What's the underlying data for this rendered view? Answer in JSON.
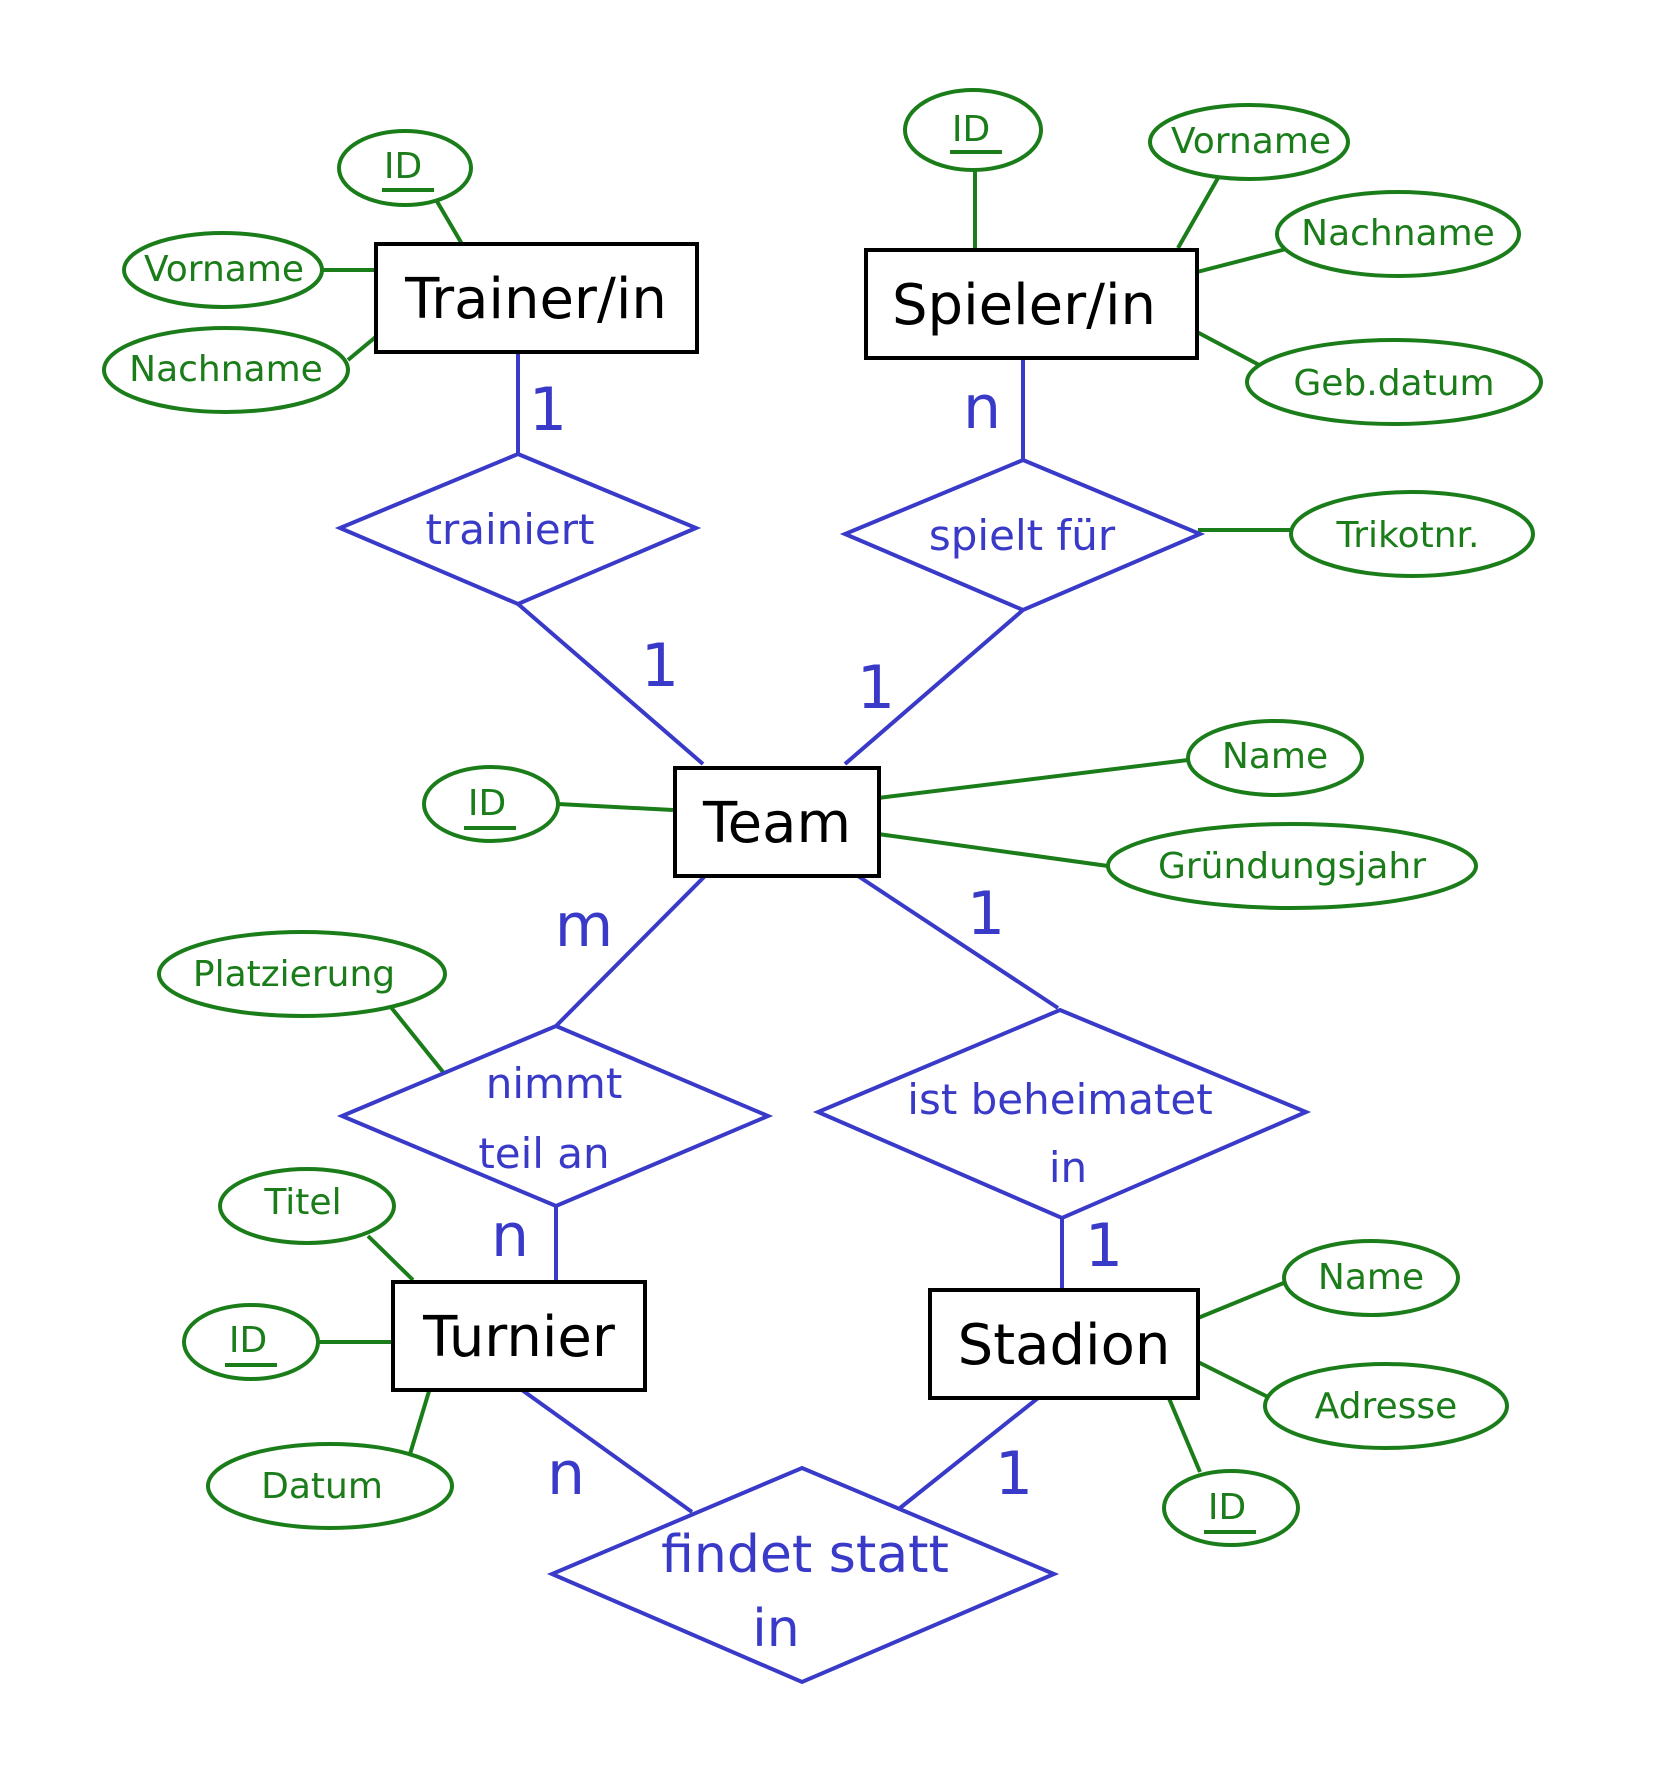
{
  "colors": {
    "entity": "#000000",
    "attribute": "#1a7d1a",
    "relationship": "#3a3ac8",
    "background": "#ffffff"
  },
  "entities": {
    "trainer": "Trainer/in",
    "spieler": "Spieler/in",
    "team": "Team",
    "turnier": "Turnier",
    "stadion": "Stadion"
  },
  "attributes": {
    "trainer": {
      "id": "ID",
      "vorname": "Vorname",
      "nachname": "Nachname"
    },
    "spieler": {
      "id": "ID",
      "vorname": "Vorname",
      "nachname": "Nachname",
      "gebdatum": "Geb.datum"
    },
    "spielt_fuer": {
      "trikotnr": "Trikotnr."
    },
    "team": {
      "id": "ID",
      "name": "Name",
      "gruendungsjahr": "Gründungsjahr"
    },
    "nimmt_teil": {
      "platzierung": "Platzierung"
    },
    "turnier": {
      "titel": "Titel",
      "id": "ID",
      "datum": "Datum"
    },
    "stadion": {
      "name": "Name",
      "adresse": "Adresse",
      "id": "ID"
    }
  },
  "relationships": {
    "trainiert": "trainiert",
    "spielt_fuer": "spielt für",
    "nimmt_teil_1": "nimmt",
    "nimmt_teil_2": "teil an",
    "beheimatet_1": "ist beheimatet",
    "beheimatet_2": "in",
    "findet_1": "findet statt",
    "findet_2": "in"
  },
  "cardinalities": {
    "trainer_trainiert": "1",
    "trainiert_team": "1",
    "spieler_spielt": "n",
    "spielt_team": "1",
    "team_nimmt": "m",
    "nimmt_turnier": "n",
    "team_beheimatet": "1",
    "beheimatet_stadion": "1",
    "turnier_findet": "n",
    "stadion_findet": "1"
  }
}
